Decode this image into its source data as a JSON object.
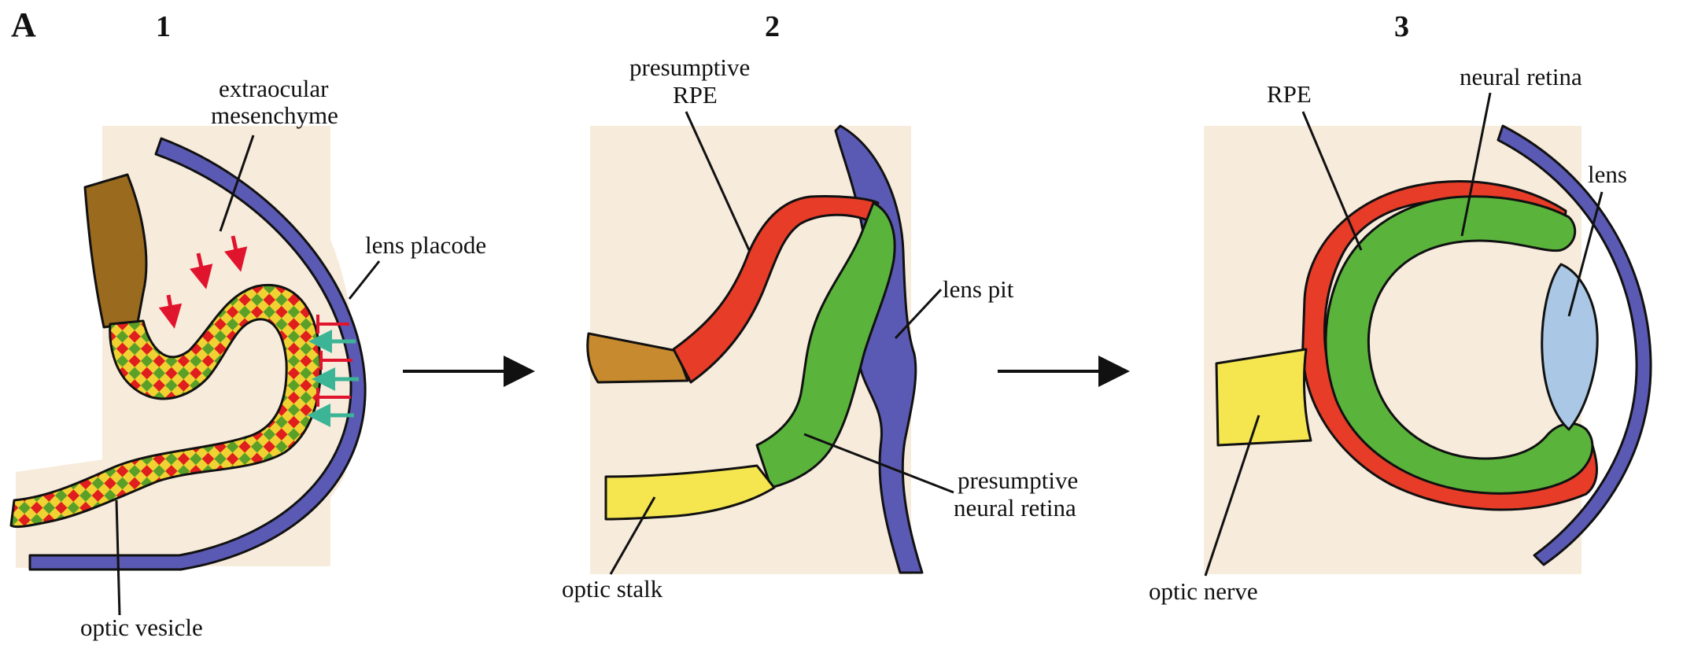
{
  "panel_letter": "A",
  "steps": [
    {
      "number": "1",
      "labels": {
        "extraocular_line1": "extraocular",
        "extraocular_line2": "mesenchyme",
        "lens_placode": "lens placode",
        "optic_vesicle": "optic vesicle"
      }
    },
    {
      "number": "2",
      "labels": {
        "presumptive_rpe_line1": "presumptive",
        "presumptive_rpe_line2": "RPE",
        "lens_pit": "lens pit",
        "presumptive_nr_line1": "presumptive",
        "presumptive_nr_line2": "neural retina",
        "optic_stalk": "optic stalk"
      }
    },
    {
      "number": "3",
      "labels": {
        "rpe": "RPE",
        "neural_retina": "neural retina",
        "lens": "lens",
        "optic_nerve": "optic nerve"
      }
    }
  ],
  "colors": {
    "mesenchyme": "#f7ebdc",
    "ectoderm": "#5a5ab4",
    "rpe": "#e63c28",
    "neural_retina": "#5ab43c",
    "optic_stalk": "#f5e650",
    "brown_tissue": "#9a6a1e",
    "orange_tissue": "#c88a2e",
    "lens": "#aac8e6",
    "checker_red": "#e01e1e",
    "checker_green": "#5aa028",
    "checker_yellow": "#f0d232",
    "inductive_arrow_red": "#e0142d",
    "inductive_arrow_teal": "#3cb496",
    "inhibition_red": "#e0142d"
  },
  "icons": [
    "arrow-right-icon",
    "arrow-right-icon"
  ]
}
